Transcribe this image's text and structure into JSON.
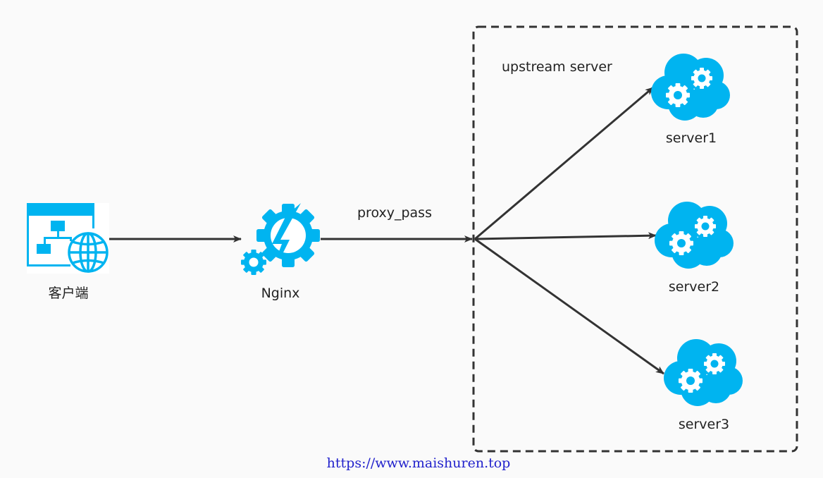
{
  "nodes": {
    "client": {
      "label": "客户端",
      "icon": "web-sitemap-icon"
    },
    "nginx": {
      "label": "Nginx",
      "icon": "gear-lightning-icon"
    },
    "group": {
      "label": "upstream server"
    },
    "server1": {
      "label": "server1",
      "icon": "cloud-gears-icon"
    },
    "server2": {
      "label": "server2",
      "icon": "cloud-gears-icon"
    },
    "server3": {
      "label": "server3",
      "icon": "cloud-gears-icon"
    }
  },
  "edges": {
    "nginx_to_upstream": {
      "label": "proxy_pass"
    }
  },
  "footer": {
    "url": "https://www.maishuren.top"
  },
  "colors": {
    "accent": "#00b4f0",
    "stroke": "#333333",
    "url": "#2222cc"
  }
}
